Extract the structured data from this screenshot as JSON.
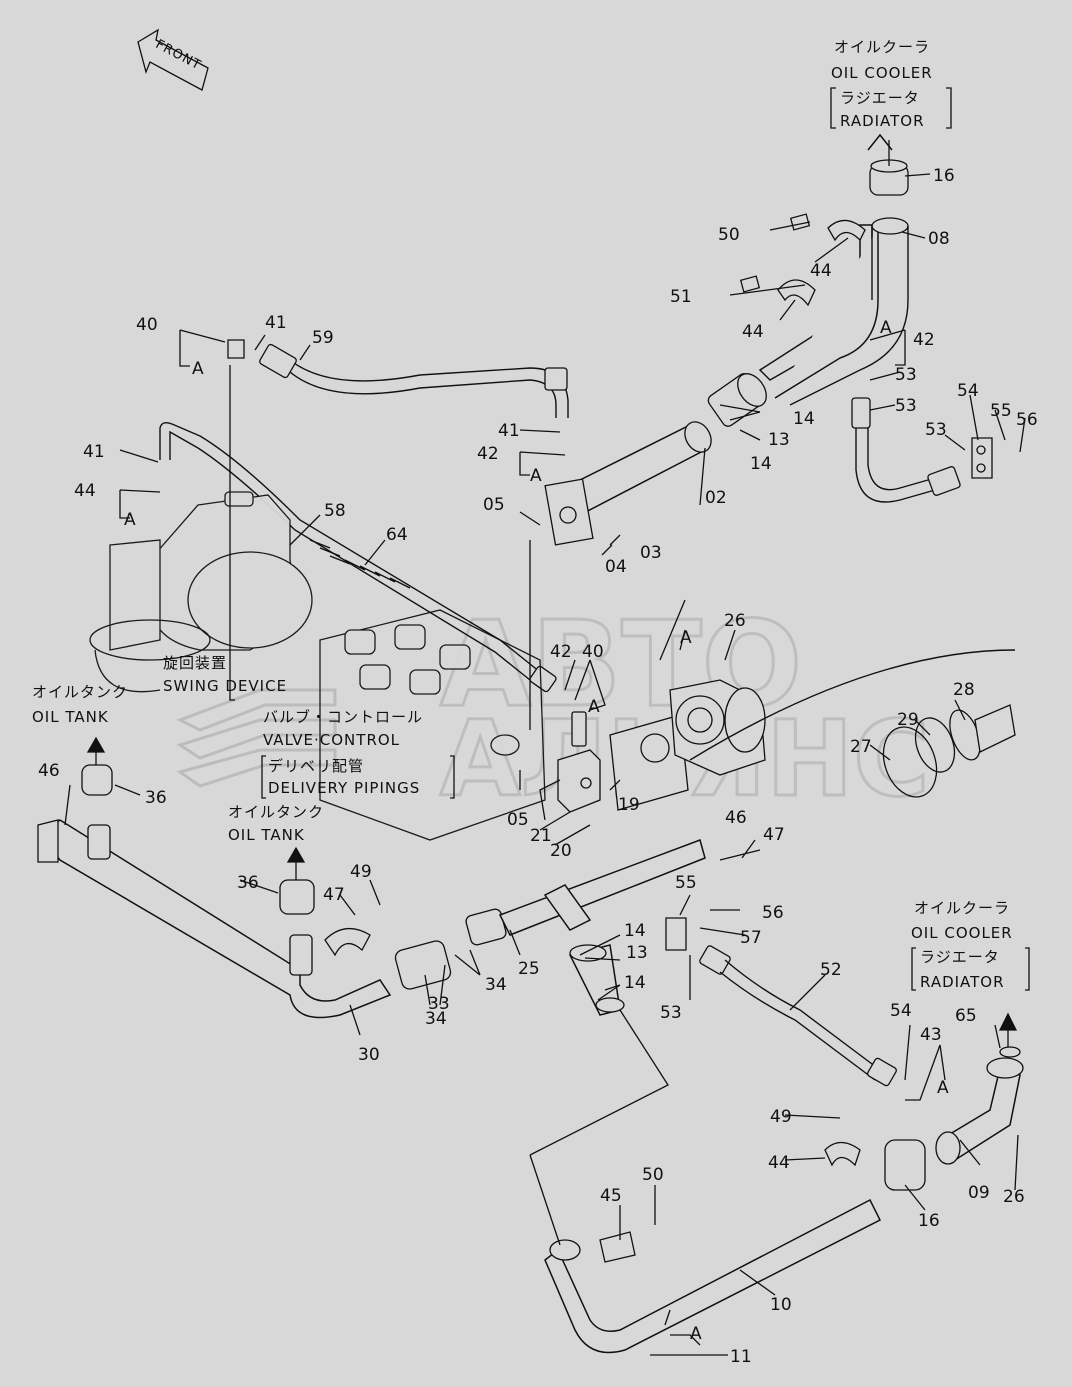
{
  "front_label": "FRONT",
  "callouts": [
    {
      "id": "oil-cooler-top",
      "lines": [
        "オイルクーラ",
        "OIL COOLER",
        "ラジエータ",
        "RADIATOR"
      ]
    },
    {
      "id": "oil-cooler-bottom",
      "lines": [
        "オイルクーラ",
        "OIL COOLER",
        "ラジエータ",
        "RADIATOR"
      ]
    },
    {
      "id": "swing-device",
      "lines": [
        "旋回装置",
        "SWING DEVICE"
      ]
    },
    {
      "id": "oil-tank-left",
      "lines": [
        "オイルタンク",
        "OIL TANK"
      ]
    },
    {
      "id": "valve-control",
      "lines": [
        "バルブ・コントロール",
        "VALVE·CONTROL",
        "デリベリ配管",
        "DELIVERY PIPINGS"
      ]
    },
    {
      "id": "oil-tank-mid",
      "lines": [
        "オイルタンク",
        "OIL TANK"
      ]
    }
  ],
  "parts": [
    "02",
    "03",
    "04",
    "05",
    "05",
    "08",
    "09",
    "10",
    "11",
    "13",
    "13",
    "14",
    "14",
    "14",
    "14",
    "16",
    "16",
    "19",
    "20",
    "21",
    "25",
    "26",
    "26",
    "27",
    "28",
    "29",
    "30",
    "33",
    "34",
    "34",
    "36",
    "36",
    "40",
    "40",
    "41",
    "41",
    "41",
    "42",
    "42",
    "42",
    "43",
    "44",
    "44",
    "44",
    "44",
    "45",
    "46",
    "46",
    "47",
    "47",
    "49",
    "49",
    "50",
    "50",
    "51",
    "52",
    "53",
    "53",
    "53",
    "53",
    "54",
    "54",
    "55",
    "55",
    "56",
    "56",
    "57",
    "58",
    "59",
    "64",
    "65"
  ],
  "ref_marks": [
    "A",
    "A",
    "A",
    "A",
    "A",
    "A",
    "A",
    "A"
  ],
  "watermark": [
    "АВТО",
    "АЛЬЯНС"
  ]
}
